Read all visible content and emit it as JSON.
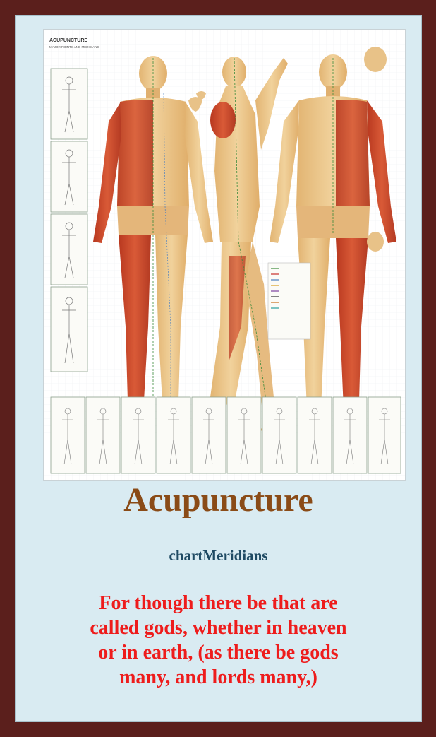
{
  "poster": {
    "heading": "ACUPUNCTURE",
    "subheading": "MAJOR POINTS AND MERIDIANS",
    "colors": {
      "skin": "#e9c489",
      "muscle": "#cc4a2c",
      "meridian": "#3b8a3a",
      "frame": "#ffffff"
    }
  },
  "title": "Acupuncture",
  "subtitle": "chartMeridians",
  "verse_lines": [
    "For though there be that are",
    "called gods, whether in heaven",
    "or in earth, (as there be gods",
    "many, and lords many,)"
  ]
}
